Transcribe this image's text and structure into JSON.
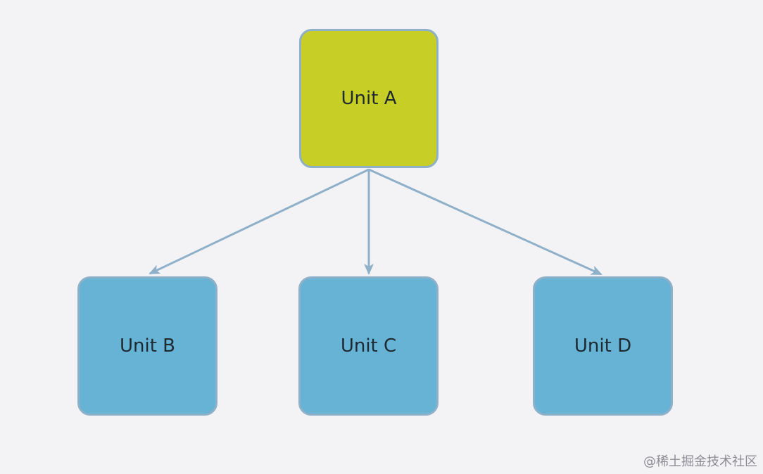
{
  "diagram": {
    "nodes": [
      {
        "id": "a",
        "label": "Unit A",
        "color": "#c7cf26"
      },
      {
        "id": "b",
        "label": "Unit B",
        "color": "#66b3d6"
      },
      {
        "id": "c",
        "label": "Unit C",
        "color": "#66b3d6"
      },
      {
        "id": "d",
        "label": "Unit D",
        "color": "#66b3d6"
      }
    ],
    "edges": [
      {
        "from": "a",
        "to": "b"
      },
      {
        "from": "a",
        "to": "c"
      },
      {
        "from": "a",
        "to": "d"
      }
    ],
    "edge_color": "#8fb0c9",
    "border_color": "#8fb0c9"
  },
  "watermark": "@稀土掘金技术社区"
}
